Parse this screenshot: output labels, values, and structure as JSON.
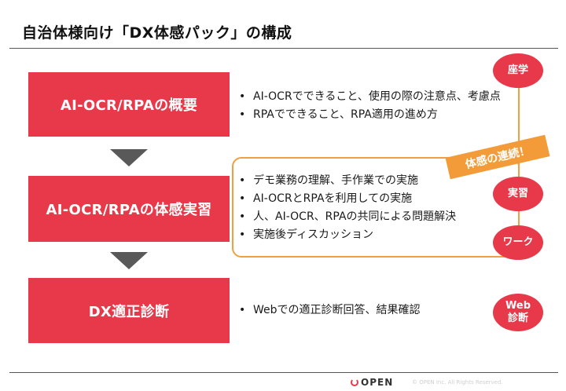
{
  "title": "自治体様向け「DX体感パック」の構成",
  "steps": [
    {
      "label": "AI-OCR/RPAの概要"
    },
    {
      "label": "AI-OCR/RPAの体感実習"
    },
    {
      "label": "DX適正診断"
    }
  ],
  "bullets_group1": [
    "AI-OCRでできること、使用の際の注意点、考慮点",
    "RPAでできること、RPA適用の進め方"
  ],
  "bullets_group2": [
    "デモ業務の理解、手作業での実施",
    "AI-OCRとRPAを利用しての実施",
    "人、AI-OCR、RPAの共同による問題解決",
    "実施後ディスカッション"
  ],
  "bullets_group3": [
    "Webでの適正診断回答、結果確認"
  ],
  "banner": "体感の連続！",
  "badges": {
    "zagaku": "座学",
    "jisshu": "実習",
    "work": "ワーク",
    "web_line1": "Web",
    "web_line2": "診断"
  },
  "footer": {
    "logo": "OPEN",
    "copyright": "© OPEN Inc. All Rights Reserved."
  },
  "colors": {
    "step_red": "#e8394a",
    "accent_orange": "#f29b38",
    "arrow_gray": "#595959"
  }
}
